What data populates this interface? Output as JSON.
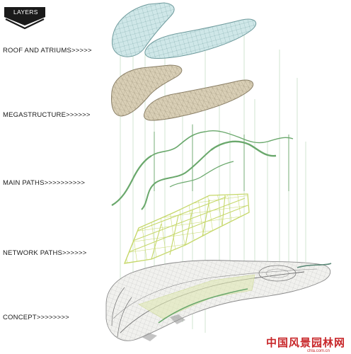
{
  "header": {
    "title": "LAYERS"
  },
  "labels": {
    "roof": "ROOF AND ATRIUMS>>>>>",
    "megastructure": "MEGASTRUCTURE>>>>>>",
    "main_paths": "MAIN PATHS>>>>>>>>>>",
    "network_paths": "NETWORK PATHS>>>>>>",
    "concept": "CONCEPT>>>>>>>>"
  },
  "watermark": {
    "text": "中国风景园林网",
    "sub": "chla.com.cn"
  },
  "colors": {
    "roof_fill": "#cfe7e8",
    "roof_stroke": "#6e9a9c",
    "mega_fill": "#d9cfb6",
    "mega_stroke": "#8a7f66",
    "main_path": "#6aa86c",
    "network_path": "#c6d86a",
    "drop_line": "#a9cfa9",
    "watermark": "#c8272a"
  }
}
